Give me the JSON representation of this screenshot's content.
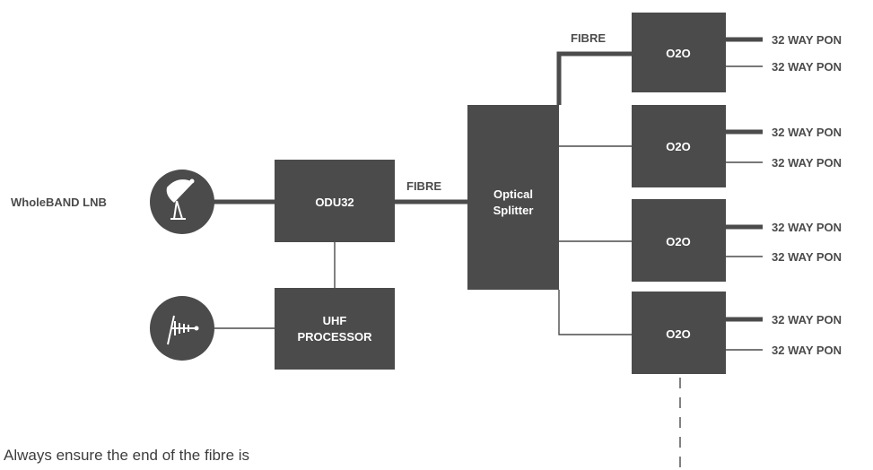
{
  "diagram": {
    "lnb_label": "WholeBAND LNB",
    "odu_label": "ODU32",
    "uhf_label_line1": "UHF",
    "uhf_label_line2": "PROCESSOR",
    "fibre_label_main": "FIBRE",
    "fibre_label_top": "FIBRE",
    "splitter_label_line1": "Optical",
    "splitter_label_line2": "Splitter",
    "o2o_units": [
      {
        "label": "O2O",
        "outputs": [
          "32 WAY PON",
          "32 WAY PON"
        ]
      },
      {
        "label": "O2O",
        "outputs": [
          "32 WAY PON",
          "32 WAY PON"
        ]
      },
      {
        "label": "O2O",
        "outputs": [
          "32 WAY PON",
          "32 WAY PON"
        ]
      },
      {
        "label": "O2O",
        "outputs": [
          "32 WAY PON",
          "32 WAY PON"
        ]
      }
    ],
    "icons": [
      "satellite-dish-icon",
      "uhf-antenna-icon"
    ]
  },
  "note": "Always ensure the end of the fibre is"
}
